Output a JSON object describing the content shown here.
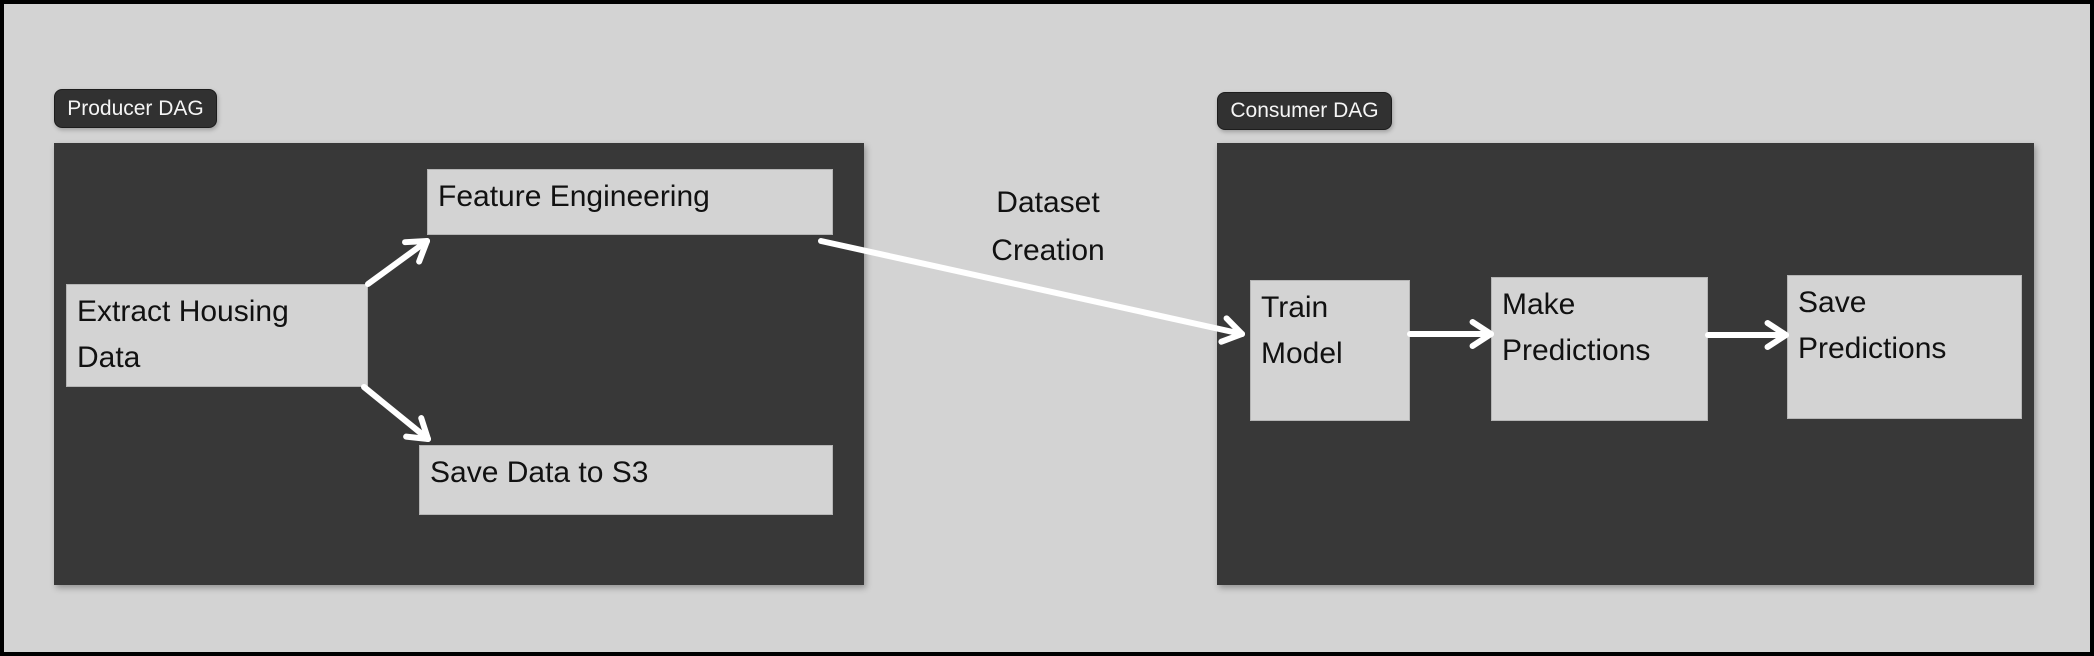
{
  "producer": {
    "badge": "Producer DAG",
    "nodes": [
      {
        "id": "extract-housing-data",
        "lines": [
          "Extract Housing",
          "Data"
        ]
      },
      {
        "id": "feature-engineering",
        "lines": [
          "Feature Engineering"
        ]
      },
      {
        "id": "save-data-to-s3",
        "lines": [
          "Save Data to S3"
        ]
      }
    ]
  },
  "consumer": {
    "badge": "Consumer DAG",
    "nodes": [
      {
        "id": "train-model",
        "lines": [
          "Train",
          "Model"
        ]
      },
      {
        "id": "make-predictions",
        "lines": [
          "Make",
          "Predictions"
        ]
      },
      {
        "id": "save-predictions",
        "lines": [
          "Save",
          "Predictions"
        ]
      }
    ]
  },
  "edge_label": {
    "lines": [
      "Dataset",
      "Creation"
    ]
  },
  "edges": [
    {
      "from": "extract-housing-data",
      "to": "feature-engineering"
    },
    {
      "from": "extract-housing-data",
      "to": "save-data-to-s3"
    },
    {
      "from": "feature-engineering",
      "to": "train-model",
      "label": "Dataset Creation"
    },
    {
      "from": "train-model",
      "to": "make-predictions"
    },
    {
      "from": "make-predictions",
      "to": "save-predictions"
    }
  ],
  "colors": {
    "page_background": "#d3d3d3",
    "outer_border": "#000000",
    "container_background": "#383838",
    "badge_background": "#313131",
    "badge_text": "#f5f5f5",
    "node_background": "#d3d3d3",
    "node_border": "#b5b5b5",
    "node_text": "#111111",
    "arrow": "#ffffff"
  }
}
